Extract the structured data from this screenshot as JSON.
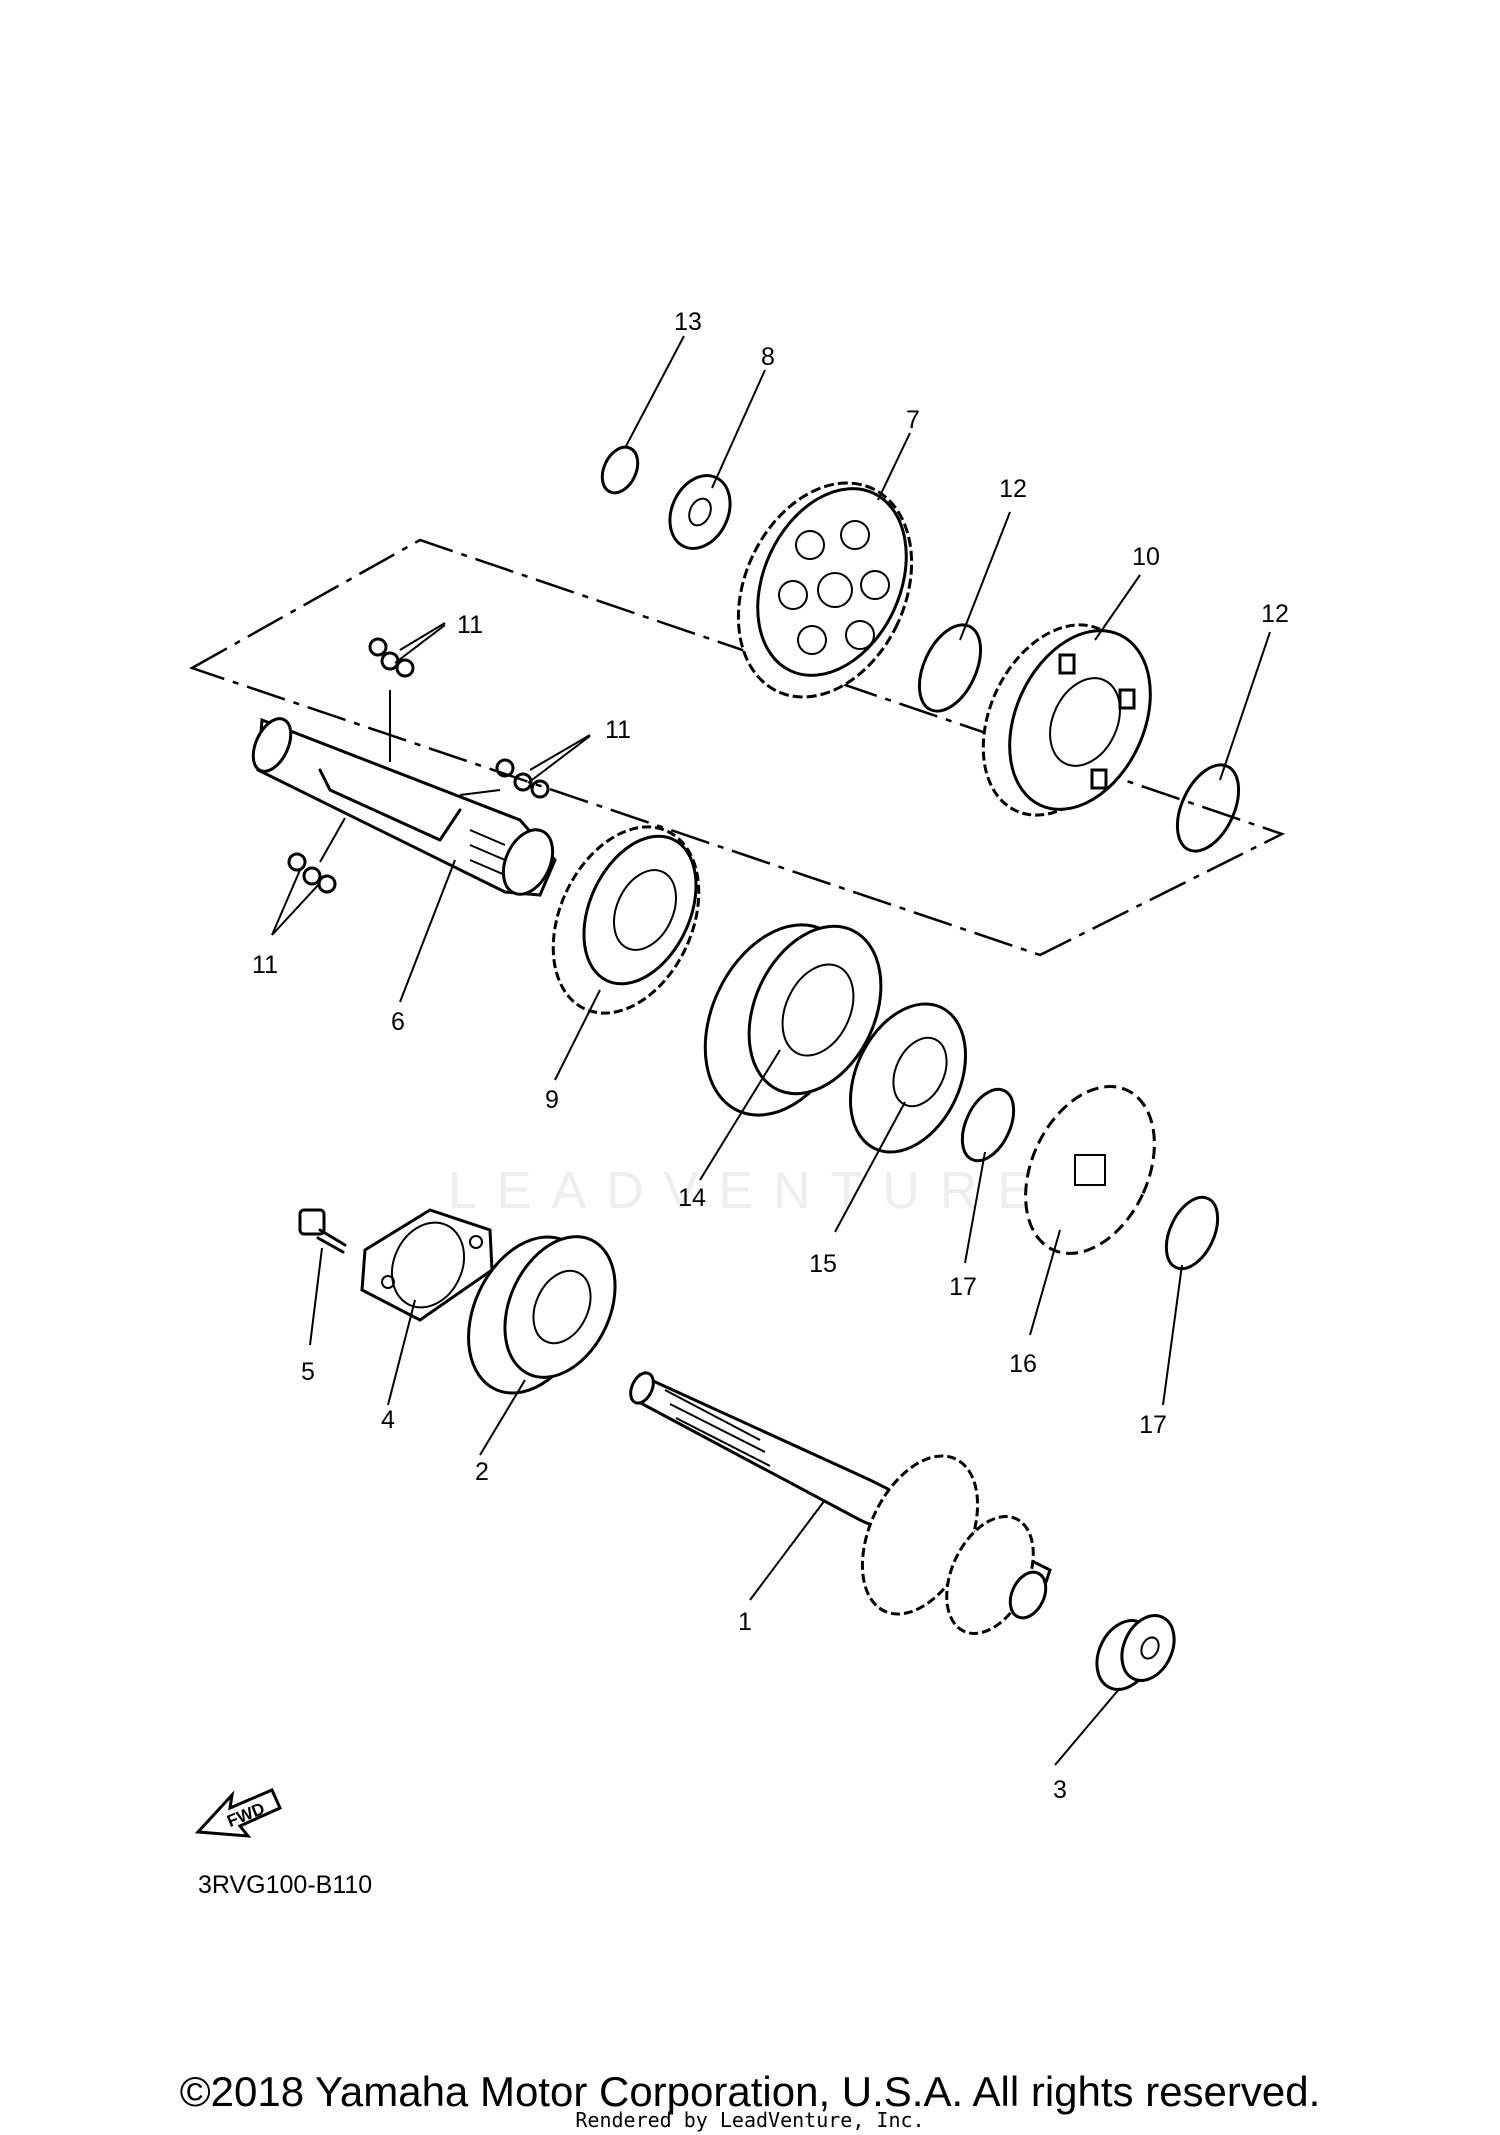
{
  "diagram": {
    "callouts": [
      "13",
      "8",
      "7",
      "12",
      "10",
      "12",
      "11",
      "11",
      "11",
      "6",
      "9",
      "14",
      "15",
      "17",
      "16",
      "17",
      "5",
      "4",
      "2",
      "1",
      "3"
    ],
    "fwd_label": "FWD",
    "ref_code": "3RVG100-B110",
    "watermark": "LEADVENTURE"
  },
  "footer": {
    "copyright": "©2018 Yamaha Motor Corporation, U.S.A. All rights reserved.",
    "rendered_by": "Rendered by LeadVenture, Inc."
  }
}
